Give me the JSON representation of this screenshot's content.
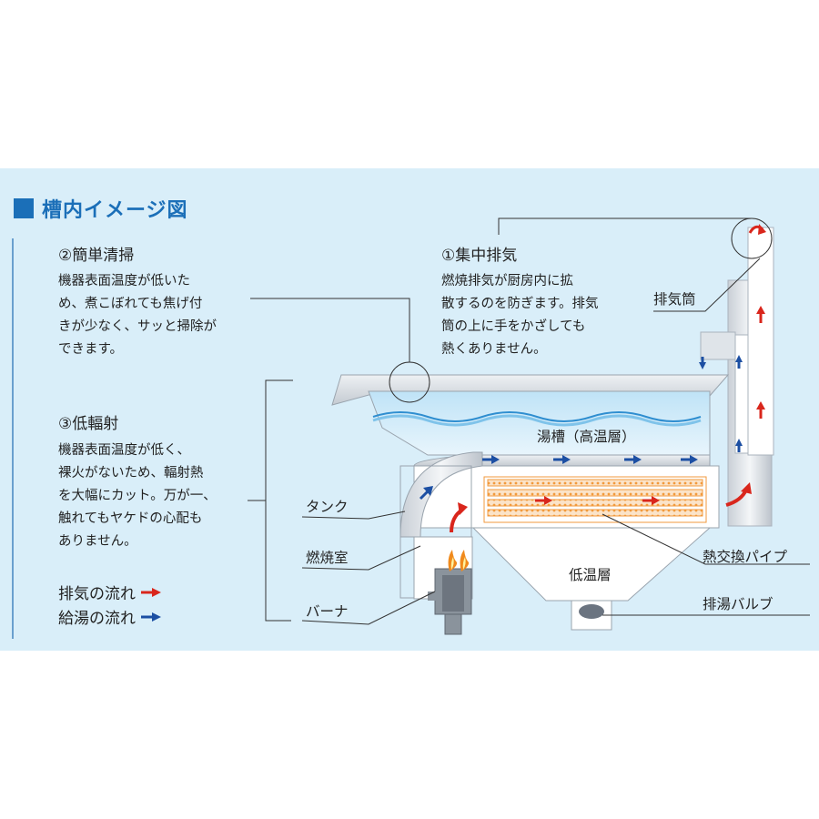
{
  "title": "槽内イメージ図",
  "colors": {
    "accent": "#1b6fb8",
    "exhaust_flow": "#d9261c",
    "water_flow": "#1c4fa3",
    "heat_pipe": "#f29a3c",
    "panel_bg": "#d9eef9"
  },
  "features": [
    {
      "heading": "②簡単清掃",
      "lines": [
        "機器表面温度が低いた",
        "め、煮こぼれても焦げ付",
        "きが少なく、サッと掃除が",
        "できます。"
      ]
    },
    {
      "heading": "①集中排気",
      "lines": [
        "燃焼排気が厨房内に拡",
        "散するのを防ぎます。排気",
        "筒の上に手をかざしても",
        "熱くありません。"
      ]
    },
    {
      "heading": "③低輻射",
      "lines": [
        "機器表面温度が低く、",
        "裸火がないため、輻射熱",
        "を大幅にカット。万が一、",
        "触れてもヤケドの心配も",
        "ありません。"
      ]
    }
  ],
  "legend": {
    "exhaust": "排気の流れ",
    "water": "給湯の流れ"
  },
  "labels": {
    "exhaust_stack": "排気筒",
    "hot_layer": "湯槽（高温層）",
    "tank": "タンク",
    "combustion_chamber": "燃焼室",
    "burner": "バーナ",
    "low_layer": "低温層",
    "heat_exchange_pipe": "熱交換パイプ",
    "drain_valve": "排湯バルブ"
  }
}
